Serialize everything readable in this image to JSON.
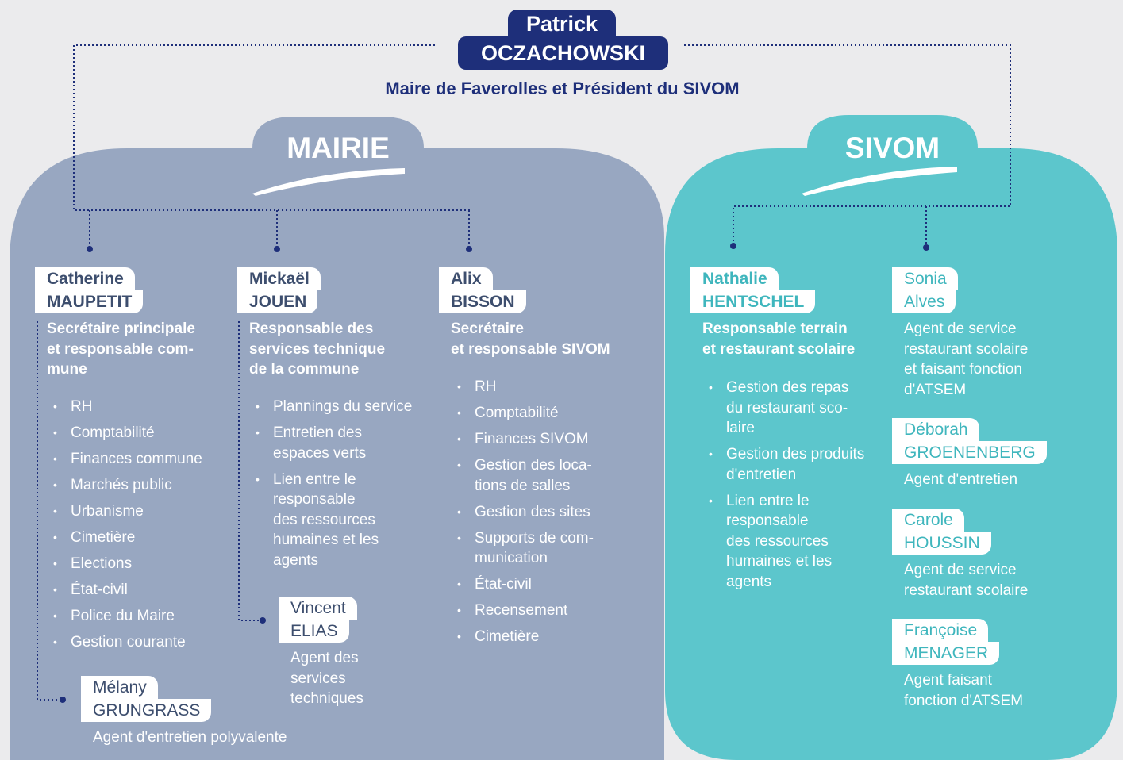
{
  "colors": {
    "mairie_panel": "#98a7c1",
    "sivom_panel": "#5cc6cc",
    "navy": "#1e2f7a",
    "mairie_text": "#3d4e6e",
    "sivom_name": "#3fb6bd",
    "background": "#ebebed"
  },
  "top": {
    "first_name": "Patrick",
    "last_name": "OCZACHOWSKI",
    "title": "Maire de Faverolles et Président du SIVOM"
  },
  "mairie": {
    "heading": "MAIRIE",
    "people": [
      {
        "first": "Catherine",
        "last": "MAUPETIT",
        "role": [
          "Secrétaire principale",
          "et responsable com-",
          "mune"
        ],
        "items": [
          "RH",
          "Comptabilité",
          "Finances commune",
          "Marchés public",
          "Urbanisme",
          "Cimetière",
          "Elections",
          "État-civil",
          "Police du Maire",
          "Gestion courante"
        ]
      },
      {
        "first": "Mickaël",
        "last": "JOUEN",
        "role": [
          "Responsable des",
          "services technique",
          "de la commune"
        ],
        "items": [
          [
            "Plannings du service"
          ],
          [
            "Entretien des",
            "espaces verts"
          ],
          [
            "Lien entre le",
            "responsable",
            "des ressources",
            "humaines et les",
            "agents"
          ]
        ]
      },
      {
        "first": "Alix",
        "last": "BISSON",
        "role": [
          "Secrétaire",
          "et responsable SIVOM"
        ],
        "items": [
          [
            "RH"
          ],
          [
            "Comptabilité"
          ],
          [
            "Finances SIVOM"
          ],
          [
            "Gestion des loca-",
            "tions de salles"
          ],
          [
            "Gestion des sites"
          ],
          [
            "Supports de com-",
            "munication"
          ],
          [
            "État-civil"
          ],
          [
            "Recensement"
          ],
          [
            "Cimetière"
          ]
        ]
      }
    ],
    "sub_agents": [
      {
        "first": "Mélany",
        "last": "GRUNGRASS",
        "role": [
          "Agent d'entretien polyvalente"
        ]
      },
      {
        "first": "Vincent",
        "last": "ELIAS",
        "role": [
          "Agent des",
          "services",
          "techniques"
        ]
      }
    ]
  },
  "sivom": {
    "heading": "SIVOM",
    "people": [
      {
        "first": "Nathalie",
        "last": "HENTSCHEL",
        "role": [
          "Responsable terrain",
          "et restaurant scolaire"
        ],
        "items": [
          [
            "Gestion des repas",
            "du restaurant sco-",
            "laire"
          ],
          [
            "Gestion des produits",
            "d'entretien"
          ],
          [
            "Lien entre le",
            "responsable",
            "des ressources",
            "humaines et les",
            "agents"
          ]
        ]
      }
    ],
    "agents": [
      {
        "first": "Sonia",
        "last": "Alves",
        "role": [
          "Agent de service",
          "restaurant scolaire",
          "et faisant fonction",
          "d'ATSEM"
        ]
      },
      {
        "first": "Déborah",
        "last": "GROENENBERG",
        "role": [
          "Agent d'entretien"
        ]
      },
      {
        "first": "Carole",
        "last": "HOUSSIN",
        "role": [
          "Agent de service",
          "restaurant scolaire"
        ]
      },
      {
        "first": "Françoise",
        "last": "MENAGER",
        "role": [
          "Agent faisant",
          "fonction d'ATSEM"
        ]
      }
    ]
  }
}
